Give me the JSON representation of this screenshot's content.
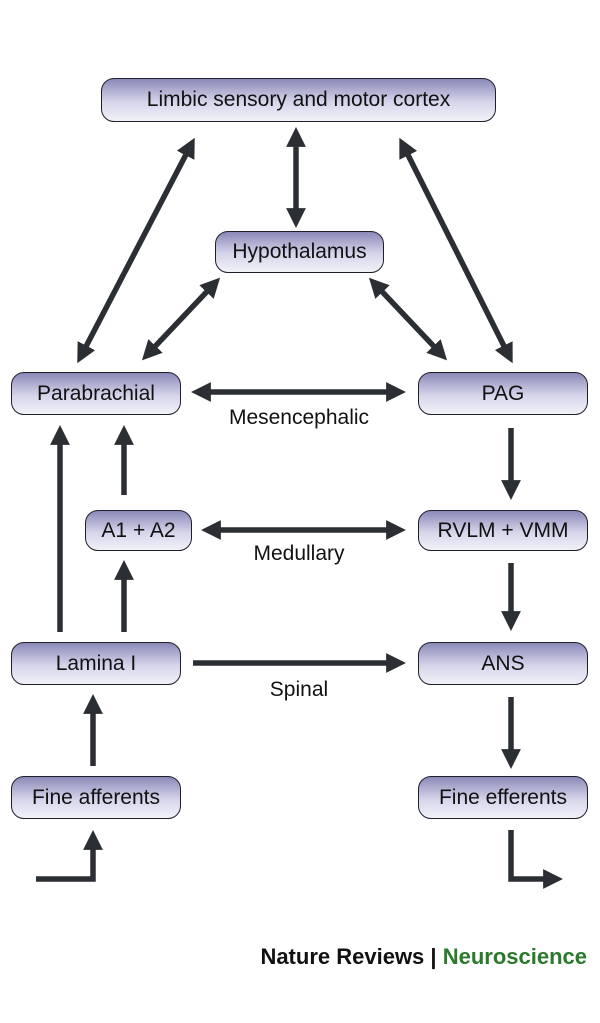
{
  "nodes": {
    "limbic_cortex": "Limbic sensory and motor cortex",
    "hypothalamus": "Hypothalamus",
    "parabrachial": "Parabrachial",
    "pag": "PAG",
    "a1_a2": "A1 + A2",
    "rvlm_vmm": "RVLM + VMM",
    "lamina_i": "Lamina I",
    "ans": "ANS",
    "fine_afferents": "Fine afferents",
    "fine_efferents": "Fine efferents"
  },
  "labels": {
    "mesencephalic": "Mesencephalic",
    "medullary": "Medullary",
    "spinal": "Spinal"
  },
  "credit": {
    "journal": "Nature Reviews",
    "separator": "|",
    "field": "Neuroscience"
  },
  "colors": {
    "node_fill_top": "#8b89b8",
    "node_fill_bottom": "#f1f1f9",
    "arrow": "#2b2f33",
    "credit_accent": "#2a7a2c"
  }
}
